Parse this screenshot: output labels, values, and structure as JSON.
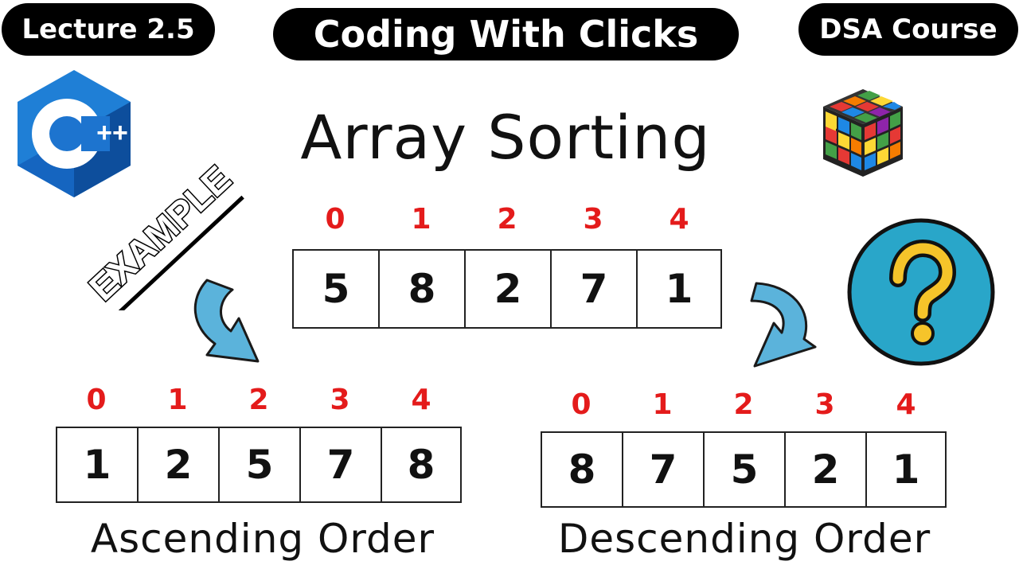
{
  "header": {
    "lecture": "Lecture 2.5",
    "channel": "Coding With Clicks",
    "course": "DSA Course"
  },
  "title": "Array Sorting",
  "example_sticker": "EXAMPLE",
  "cpp_logo": {
    "icon": "cpp-logo-icon",
    "plus": "++"
  },
  "cube_icon": "rubiks-cube-icon",
  "question_icon": "question-mark-icon",
  "original": {
    "indices": [
      "0",
      "1",
      "2",
      "3",
      "4"
    ],
    "values": [
      "5",
      "8",
      "2",
      "7",
      "1"
    ]
  },
  "ascending": {
    "label": "Ascending Order",
    "indices": [
      "0",
      "1",
      "2",
      "3",
      "4"
    ],
    "values": [
      "1",
      "2",
      "5",
      "7",
      "8"
    ]
  },
  "descending": {
    "label": "Descending Order",
    "indices": [
      "0",
      "1",
      "2",
      "3",
      "4"
    ],
    "values": [
      "8",
      "7",
      "5",
      "2",
      "1"
    ]
  },
  "colors": {
    "index": "#e41b1b",
    "arrow": "#5bb3db",
    "question_bg": "#29a6c9",
    "question_mark": "#f6c42a",
    "cpp": "#1565c0"
  }
}
